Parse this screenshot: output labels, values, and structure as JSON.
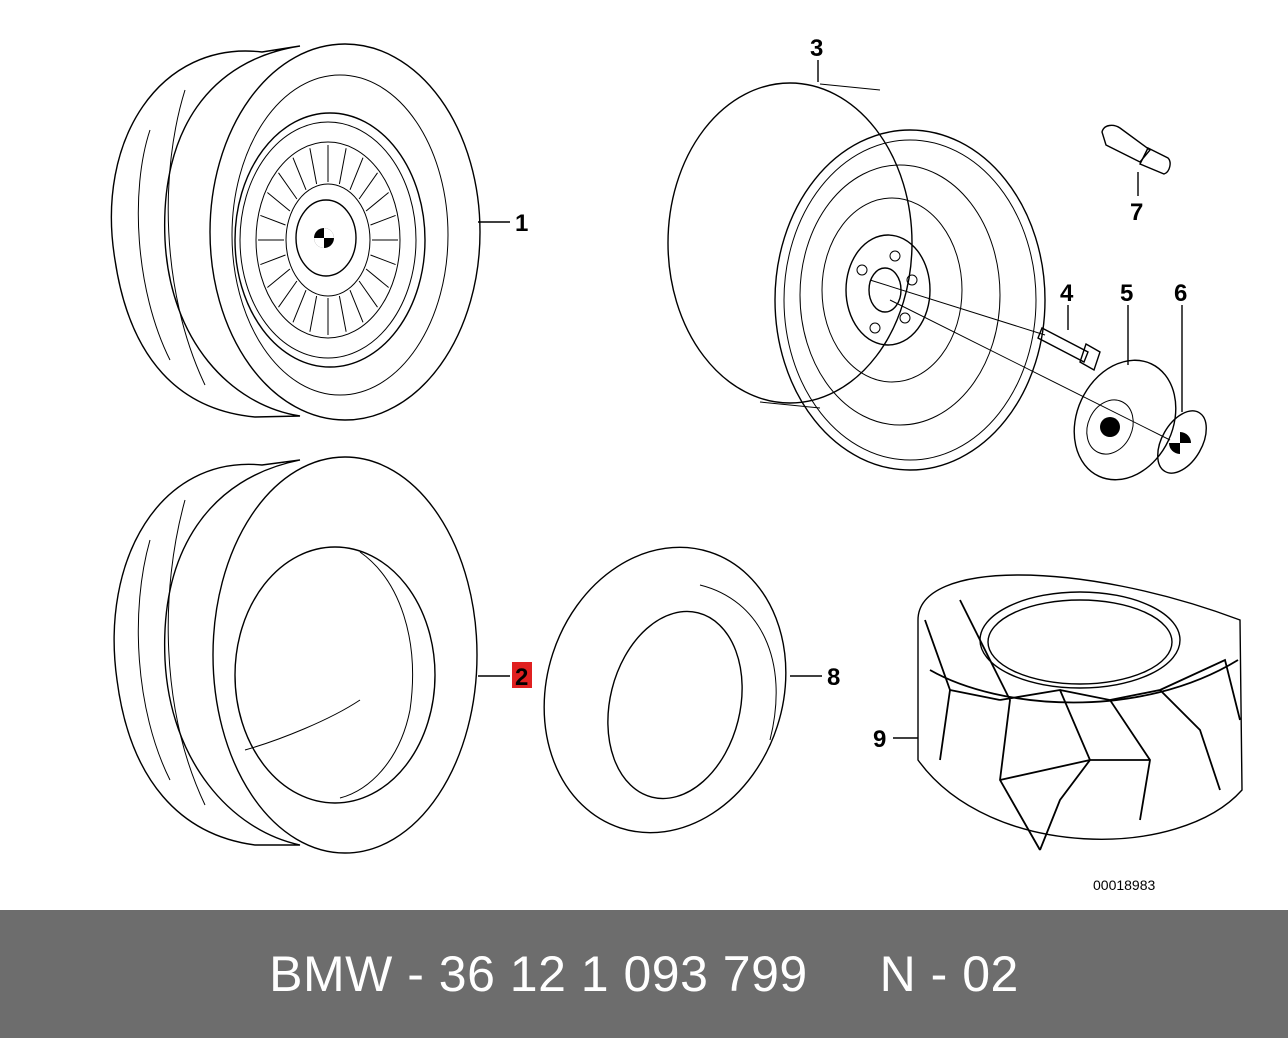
{
  "diagram": {
    "callouts": [
      "1",
      "2",
      "3",
      "4",
      "5",
      "6",
      "7",
      "8",
      "9"
    ],
    "highlighted_callout": "2",
    "highlight_color": "#e02020",
    "drawing_number": "00018983",
    "parts": [
      {
        "callout": "1",
        "icon": "complete-wheel-icon"
      },
      {
        "callout": "2",
        "icon": "tyre-icon"
      },
      {
        "callout": "3",
        "icon": "alloy-rim-icon"
      },
      {
        "callout": "4",
        "icon": "wheel-bolt-icon"
      },
      {
        "callout": "5",
        "icon": "hub-cap-icon"
      },
      {
        "callout": "6",
        "icon": "emblem-icon"
      },
      {
        "callout": "7",
        "icon": "valve-icon"
      },
      {
        "callout": "8",
        "icon": "inner-tube-icon"
      },
      {
        "callout": "9",
        "icon": "snow-chain-icon"
      }
    ]
  },
  "footer": {
    "text": "BMW - 36 12 1 093 799     N - 02",
    "background": "#6d6d6d",
    "color": "#ffffff"
  }
}
